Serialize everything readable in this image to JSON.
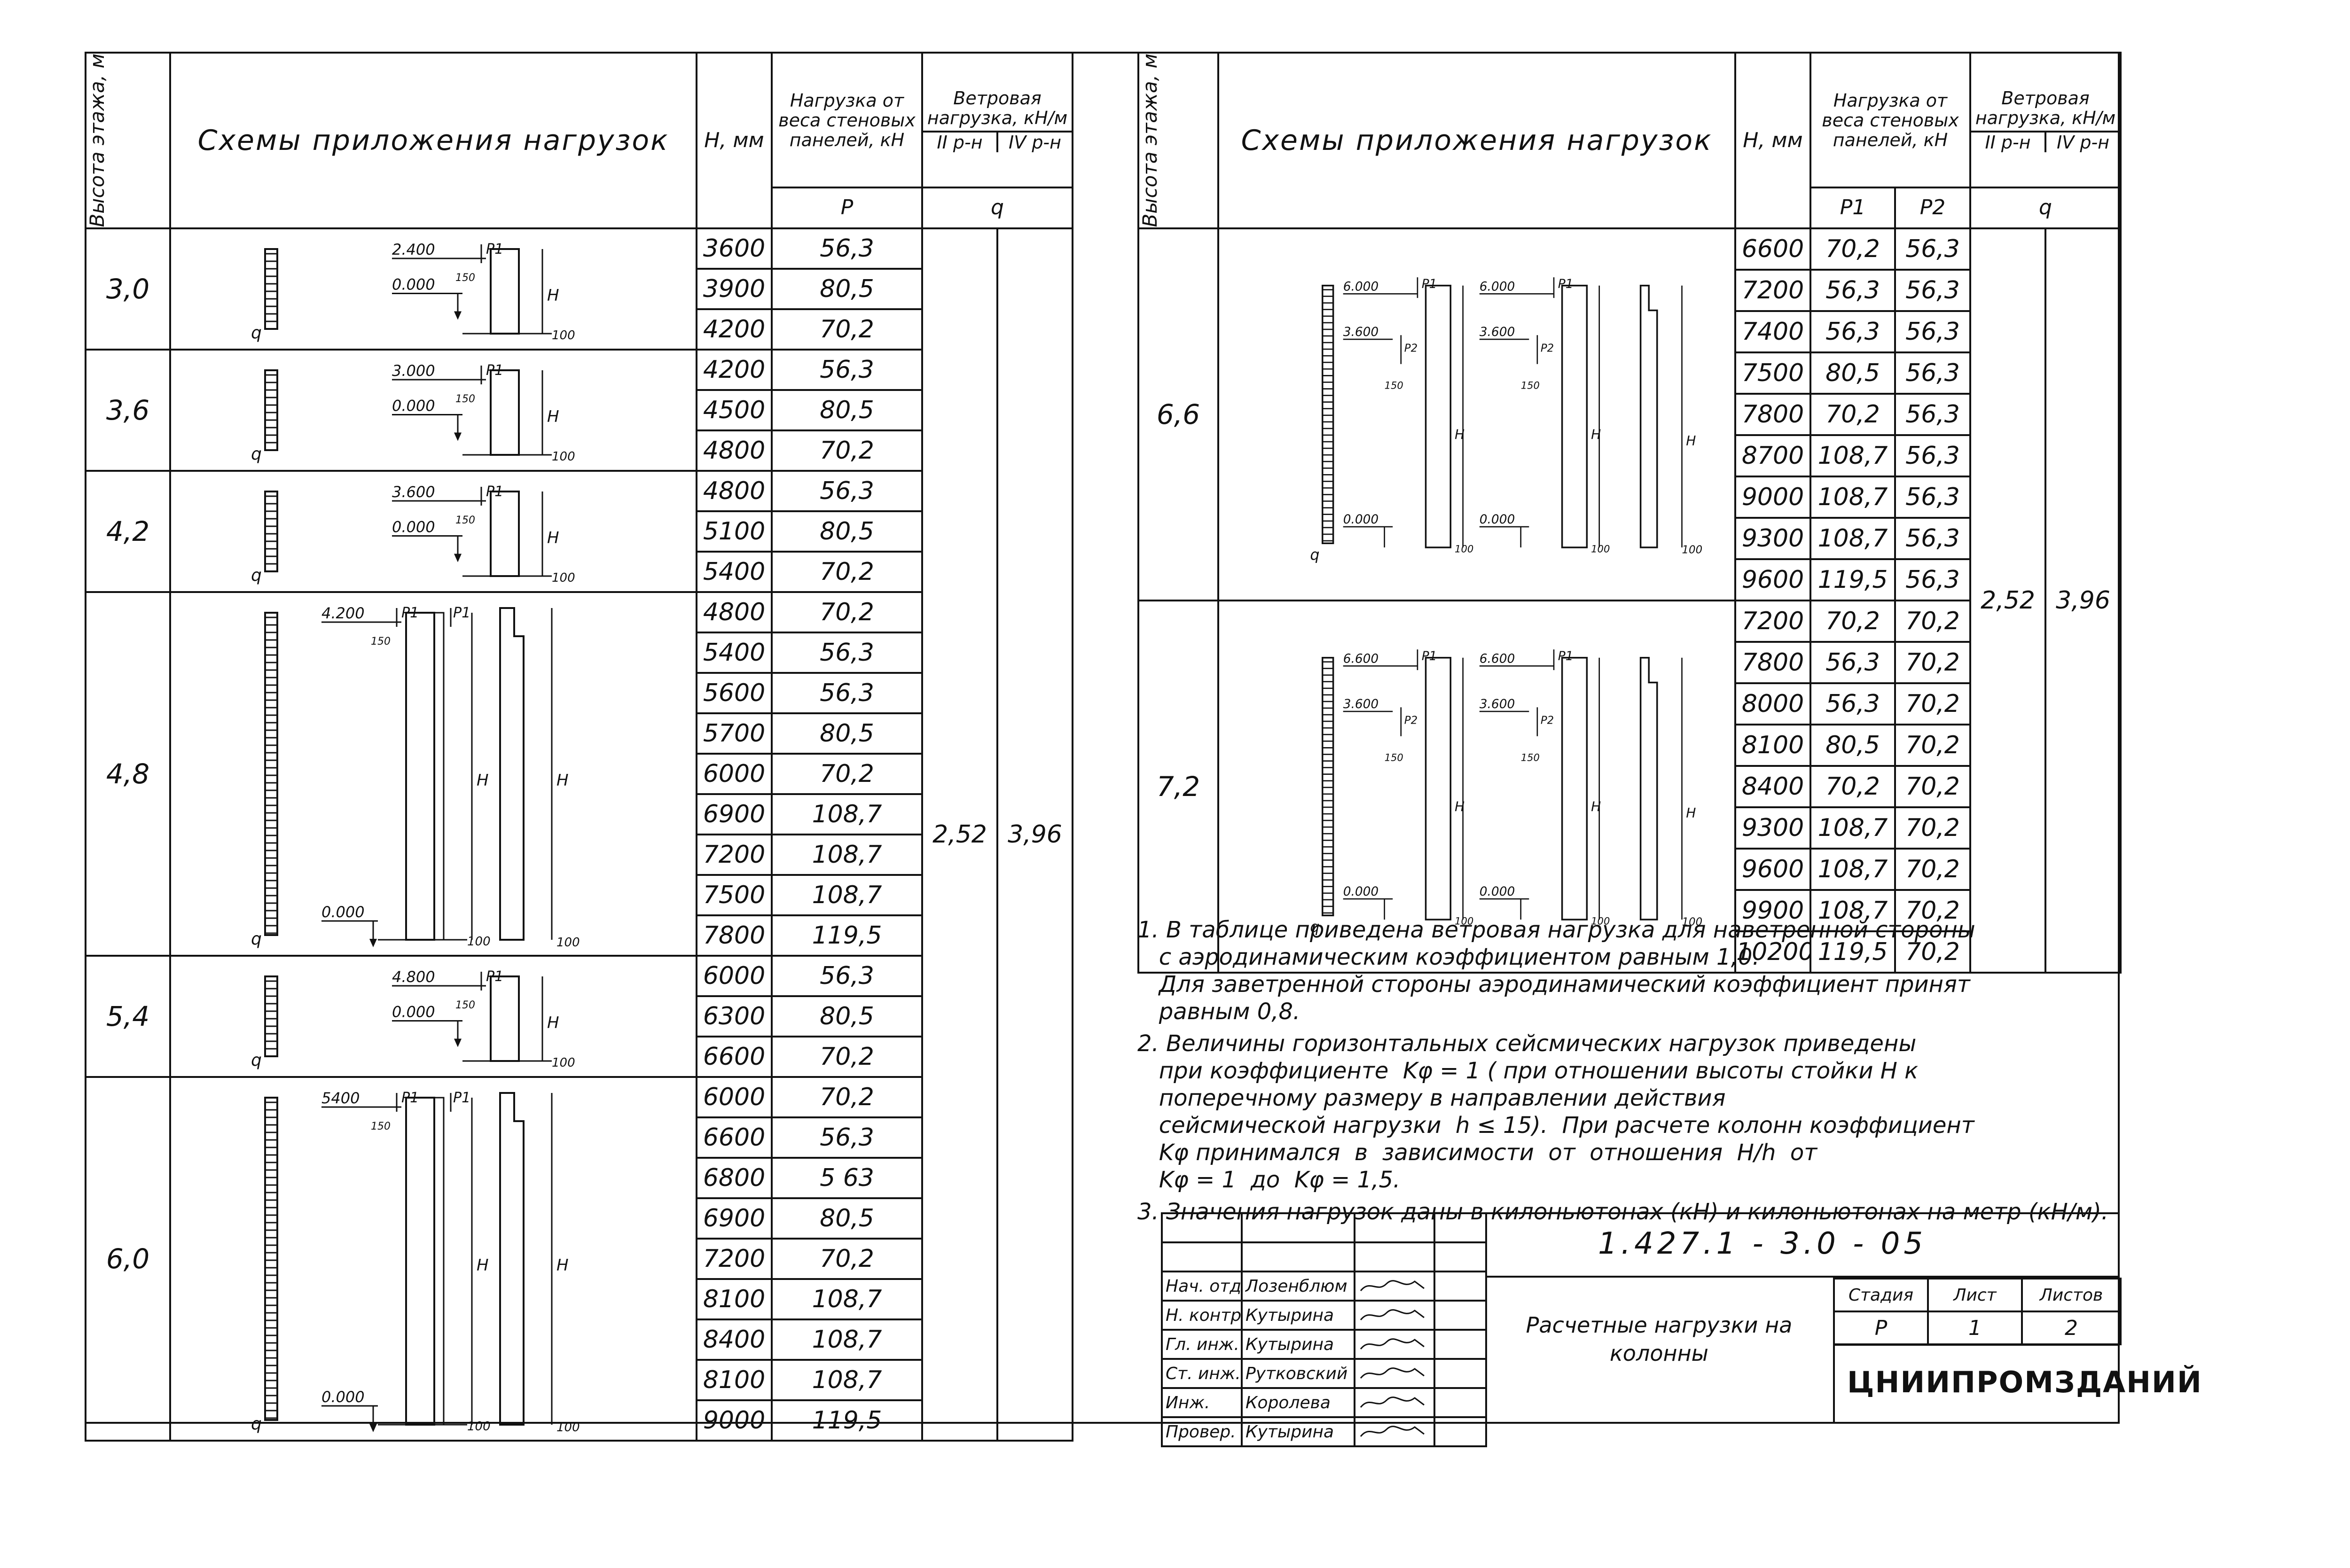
{
  "left_table": {
    "headers": {
      "floor": "Высота этажа, м",
      "schemes": "Схемы приложения нагрузок",
      "h": "H, мм",
      "load": "Нагрузка от веса стеновых панелей, кН",
      "wind": "Ветровая нагрузка, кН/м",
      "wind_2": "II р-н",
      "wind_4": "IV р-н",
      "p": "P",
      "q": "q"
    },
    "wind_2_value": "2,52",
    "wind_4_value": "3,96",
    "groups": [
      {
        "floor": "3,0",
        "mark_top": "2.400",
        "mark_bottom": "0.000",
        "rows": [
          [
            "3600",
            "56,3"
          ],
          [
            "3900",
            "80,5"
          ],
          [
            "4200",
            "70,2"
          ]
        ]
      },
      {
        "floor": "3,6",
        "mark_top": "3.000",
        "mark_bottom": "0.000",
        "rows": [
          [
            "4200",
            "56,3"
          ],
          [
            "4500",
            "80,5"
          ],
          [
            "4800",
            "70,2"
          ]
        ]
      },
      {
        "floor": "4,2",
        "mark_top": "3.600",
        "mark_bottom": "0.000",
        "rows": [
          [
            "4800",
            "56,3"
          ],
          [
            "5100",
            "80,5"
          ],
          [
            "5400",
            "70,2"
          ]
        ]
      },
      {
        "floor": "4,8",
        "mark_top": "4.200",
        "mark_bottom": "0.000",
        "rows": [
          [
            "4800",
            "70,2"
          ],
          [
            "5400",
            "56,3"
          ],
          [
            "5600",
            "56,3"
          ],
          [
            "5700",
            "80,5"
          ],
          [
            "6000",
            "70,2"
          ],
          [
            "6900",
            "108,7"
          ],
          [
            "7200",
            "108,7"
          ],
          [
            "7500",
            "108,7"
          ],
          [
            "7800",
            "119,5"
          ]
        ]
      },
      {
        "floor": "5,4",
        "mark_top": "4.800",
        "mark_bottom": "0.000",
        "rows": [
          [
            "6000",
            "56,3"
          ],
          [
            "6300",
            "80,5"
          ],
          [
            "6600",
            "70,2"
          ]
        ]
      },
      {
        "floor": "6,0",
        "mark_top": "5400",
        "mark_bottom": "0.000",
        "rows": [
          [
            "6000",
            "70,2"
          ],
          [
            "6600",
            "56,3"
          ],
          [
            "6800",
            "5 63"
          ],
          [
            "6900",
            "80,5"
          ],
          [
            "7200",
            "70,2"
          ],
          [
            "8100",
            "108,7"
          ],
          [
            "8400",
            "108,7"
          ],
          [
            "8100",
            "108,7"
          ],
          [
            "9000",
            "119,5"
          ]
        ]
      }
    ]
  },
  "right_table": {
    "headers": {
      "floor": "Высота этажа, м",
      "schemes": "Схемы приложения нагрузок",
      "h": "H, мм",
      "load": "Нагрузка от веса стеновых панелей, кН",
      "wind": "Ветровая нагрузка, кН/м",
      "wind_2": "II р-н",
      "wind_4": "IV р-н",
      "p1": "P1",
      "p2": "P2",
      "q": "q"
    },
    "wind_2_value": "2,52",
    "wind_4_value": "3,96",
    "groups": [
      {
        "floor": "6,6",
        "mark_top": "6.000",
        "mark_mid": "3.600",
        "mark_top2": "6.000",
        "mark_mid2": "3.600",
        "mark_bottom": "0.000",
        "mark_bottom2": "0.000",
        "rows": [
          [
            "6600",
            "70,2",
            "56,3"
          ],
          [
            "7200",
            "56,3",
            "56,3"
          ],
          [
            "7400",
            "56,3",
            "56,3"
          ],
          [
            "7500",
            "80,5",
            "56,3"
          ],
          [
            "7800",
            "70,2",
            "56,3"
          ],
          [
            "8700",
            "108,7",
            "56,3"
          ],
          [
            "9000",
            "108,7",
            "56,3"
          ],
          [
            "9300",
            "108,7",
            "56,3"
          ],
          [
            "9600",
            "119,5",
            "56,3"
          ]
        ]
      },
      {
        "floor": "7,2",
        "mark_top": "6.600",
        "mark_mid": "3.600",
        "mark_top2": "6.600",
        "mark_mid2": "3.600",
        "mark_bottom": "0.000",
        "mark_bottom2": "0.000",
        "rows": [
          [
            "7200",
            "70,2",
            "70,2"
          ],
          [
            "7800",
            "56,3",
            "70,2"
          ],
          [
            "8000",
            "56,3",
            "70,2"
          ],
          [
            "8100",
            "80,5",
            "70,2"
          ],
          [
            "8400",
            "70,2",
            "70,2"
          ],
          [
            "9300",
            "108,7",
            "70,2"
          ],
          [
            "9600",
            "108,7",
            "70,2"
          ],
          [
            "9900",
            "108,7",
            "70,2"
          ],
          [
            "10200",
            "119,5",
            "70,2"
          ]
        ]
      }
    ]
  },
  "scheme_labels": {
    "H": "H",
    "P1": "P1",
    "P2": "P2",
    "d150": "150",
    "d100": "100",
    "q": "q"
  },
  "notes": [
    "1. В таблице приведена ветровая нагрузка для наветренной стороны\n   с аэродинамическим коэффициентом равным 1,0.\n   Для заветренной стороны аэродинамический коэффициент принят\n   равным 0,8.",
    "2. Величины горизонтальных сейсмических нагрузок приведены\n   при коэффициенте  Kφ = 1 ( при отношении высоты стойки H к\n   поперечному размеру в направлении действия\n   сейсмической нагрузки  h ≤ 15).  При расчете колонн коэффициент\n   Kφ принимался  в  зависимости  от  отношения  H/h  от\n   Kφ = 1  до  Kφ = 1,5.",
    "3. Значения нагрузок даны в килоньютонах (кН) и килоньютонах на метр (кН/м)."
  ],
  "title_block": {
    "doc_code": "1.427.1 - 3.0 - 05",
    "doc_title": "Расчетные нагрузки на колонны",
    "stage_label": "Стадия",
    "sheet_label": "Лист",
    "sheets_label": "Листов",
    "stage": "Р",
    "sheet": "1",
    "sheets": "2",
    "organization": "ЦНИИПРОМЗДАНИЙ",
    "signatures": [
      {
        "role": "Нач. отд.",
        "name": "Лозенблюм"
      },
      {
        "role": "Н. контр.",
        "name": "Кутырина"
      },
      {
        "role": "Гл. инж. пр.",
        "name": "Кутырина"
      },
      {
        "role": "Ст. инж.",
        "name": "Рутковский"
      },
      {
        "role": "Инж.",
        "name": "Королева"
      },
      {
        "role": "Провер.",
        "name": "Кутырина"
      }
    ]
  }
}
